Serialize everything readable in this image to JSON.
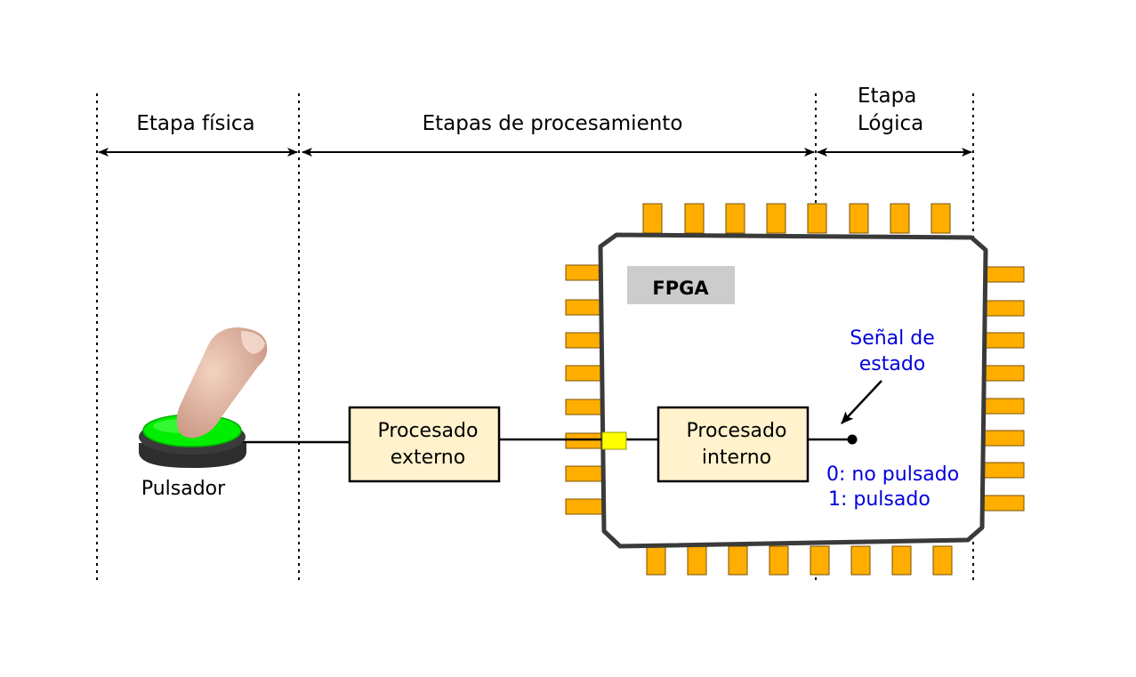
{
  "stages": {
    "physical": "Etapa física",
    "processing": "Etapas de procesamiento",
    "logical_line1": "Etapa",
    "logical_line2": "Lógica"
  },
  "button_label": "Pulsador",
  "external_block": {
    "line1": "Procesado",
    "line2": "externo"
  },
  "internal_block": {
    "line1": "Procesado",
    "line2": "interno"
  },
  "fpga_label": "FPGA",
  "signal": {
    "title_line1": "Señal de",
    "title_line2": "estado",
    "state0": "0: no pulsado",
    "state1": "1: pulsado"
  },
  "colors": {
    "block_fill": "#fff2cc",
    "fpga_label_bg": "#cccccc",
    "pin": "#ffae00",
    "signal_text": "#0000dd",
    "button_top": "#00ee00",
    "pad": "#ffff00"
  }
}
